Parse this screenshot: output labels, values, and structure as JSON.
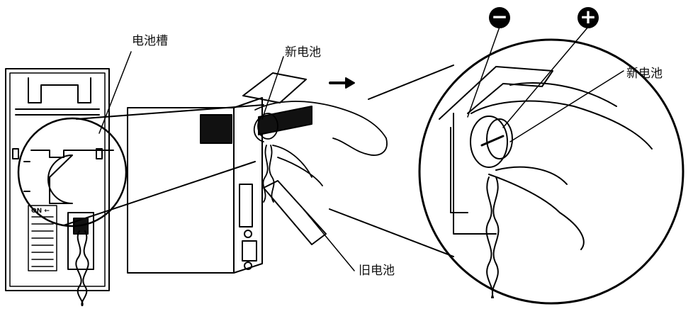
{
  "labels": {
    "battery_slot": "电池槽",
    "new_battery_left": "新电池",
    "new_battery_right": "新电池",
    "old_battery": "旧电池",
    "minus": "−",
    "plus": "+",
    "dip_on": "ON ←"
  },
  "colors": {
    "line": "#000000",
    "fill_dark": "#111111",
    "paper": "#ffffff"
  }
}
